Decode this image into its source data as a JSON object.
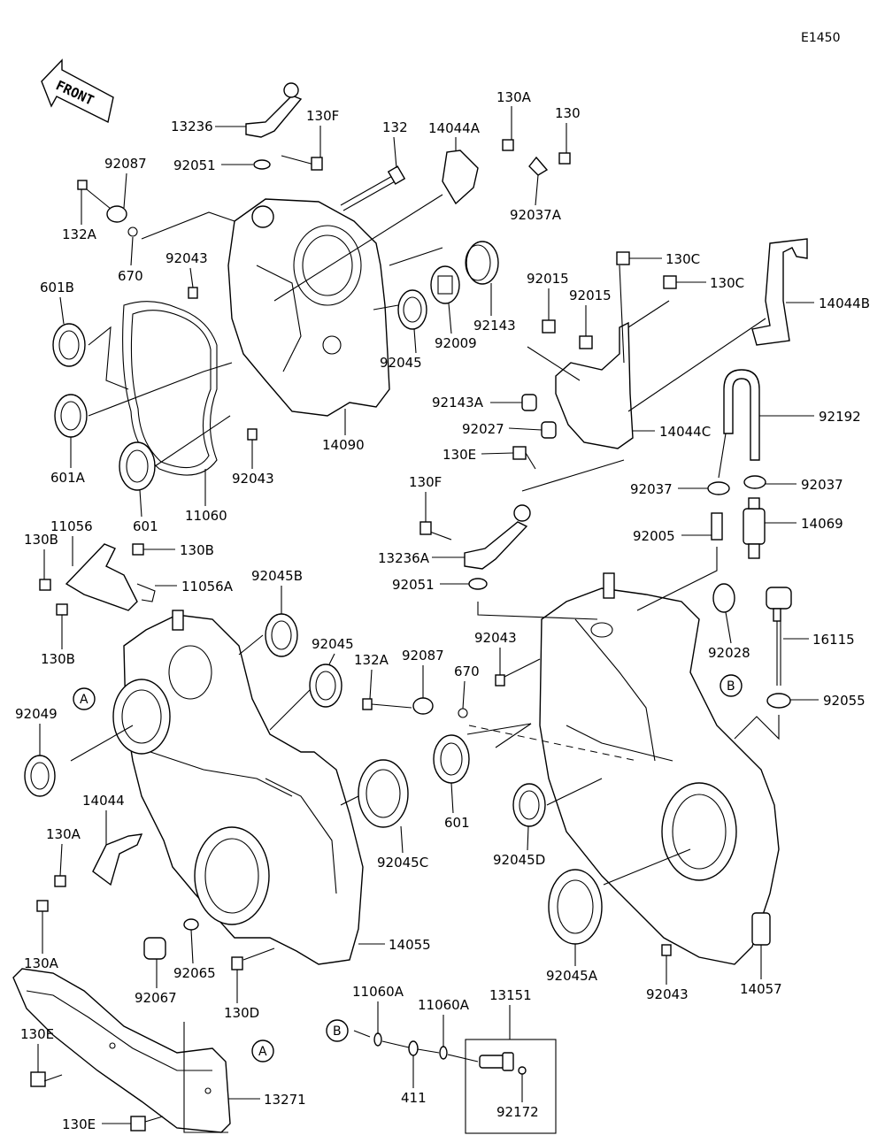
{
  "diagram_code": "E1450",
  "front_arrow_text": "FRONT",
  "ref_letters": [
    "A",
    "B"
  ],
  "part_labels": {
    "p13236": "13236",
    "p130F_top": "130F",
    "p132_top": "132",
    "p14044A": "14044A",
    "p130A_top": "130A",
    "p130_top": "130",
    "p92087_top": "92087",
    "p92051_top": "92051",
    "p92037A": "92037A",
    "p132A_top": "132A",
    "p670_top": "670",
    "p92043_top": "92043",
    "p601B": "601B",
    "p130C_a": "130C",
    "p130C_b": "130C",
    "p14044B": "14044B",
    "p92015_a": "92015",
    "p92015_b": "92015",
    "p92143_top": "92143",
    "p92009": "92009",
    "p92045_top": "92045",
    "p601A": "601A",
    "p14090": "14090",
    "p92143A": "92143A",
    "p92192": "92192",
    "p92027": "92027",
    "p14044C": "14044C",
    "p92043_mid": "92043",
    "p601_top": "601",
    "p11060": "11060",
    "p130E_top": "130E",
    "p92037_left": "92037",
    "p92037_right": "92037",
    "p130F_mid": "130F",
    "p11056": "11056",
    "p130B_a": "130B",
    "p130B_b": "130B",
    "p92005": "92005",
    "p14069": "14069",
    "p13236A": "13236A",
    "p92045B": "92045B",
    "p11056A": "11056A",
    "p92051_mid": "92051",
    "p130B_c": "130B",
    "p92043_mid2": "92043",
    "p16115": "16115",
    "p92045_mid": "92045",
    "p132A_mid": "132A",
    "p92087_mid": "92087",
    "p670_mid": "670",
    "p92028": "92028",
    "p92049": "92049",
    "p92055": "92055",
    "p14044": "14044",
    "p601_mid": "601",
    "p92045C": "92045C",
    "p92045D": "92045D",
    "p130A_left": "130A",
    "p130A_bottom": "130A",
    "p14055": "14055",
    "p92067": "92067",
    "p92065": "92065",
    "p92045A": "92045A",
    "p92043_bottom": "92043",
    "p14057": "14057",
    "p130D": "130D",
    "p11060A_a": "11060A",
    "p11060A_b": "11060A",
    "p13151": "13151",
    "p130E_mid": "130E",
    "p13271": "13271",
    "p411": "411",
    "p92172": "92172",
    "p130E_bottom": "130E"
  }
}
